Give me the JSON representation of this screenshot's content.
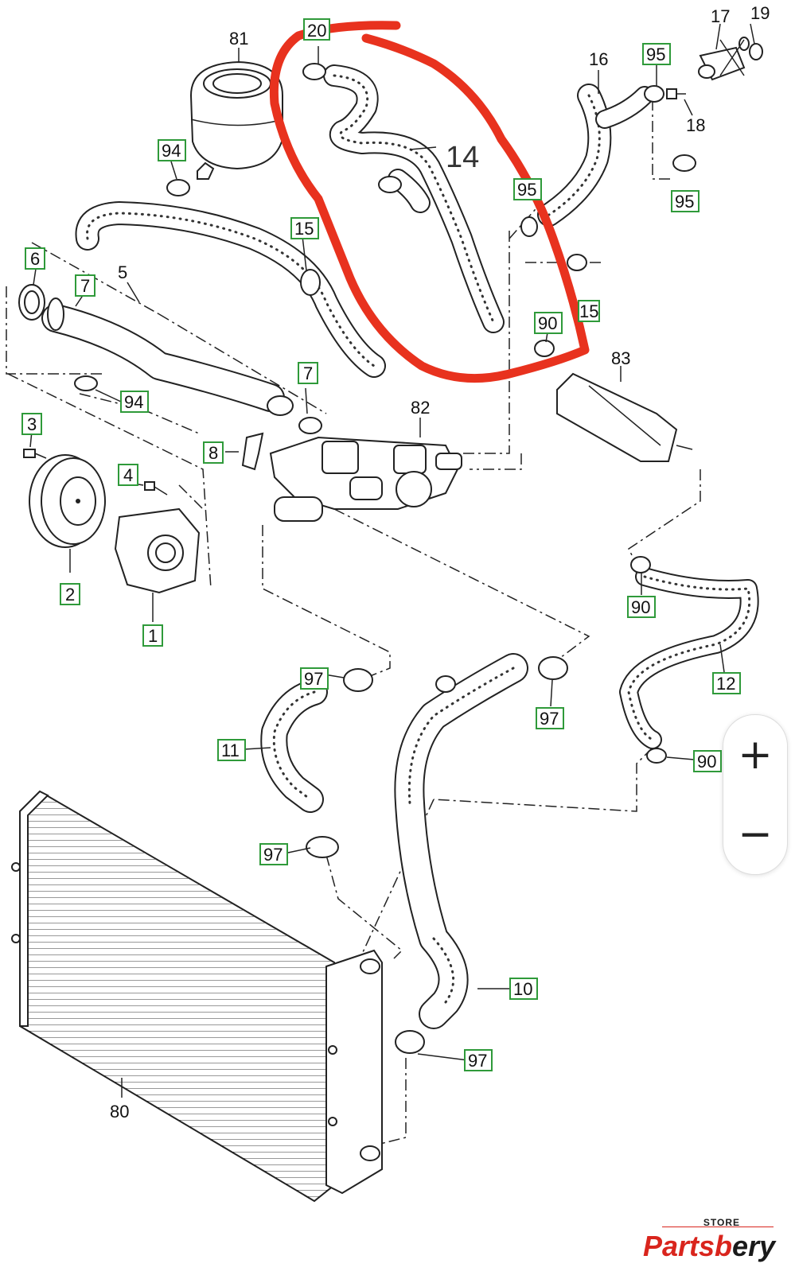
{
  "callouts": {
    "c81": "81",
    "c20": "20",
    "c14": "14",
    "c17": "17",
    "c19": "19",
    "c16": "16",
    "c95a": "95",
    "c18": "18",
    "c94a": "94",
    "c95b": "95",
    "c15a": "15",
    "c95c": "95",
    "c6": "6",
    "c7a": "7",
    "c5": "5",
    "c15b": "15",
    "c90a": "90",
    "c83": "83",
    "c94b": "94",
    "c7b": "7",
    "c82": "82",
    "c8": "8",
    "c3": "3",
    "c4": "4",
    "c2": "2",
    "c1": "1",
    "c90b": "90",
    "c12": "12",
    "c97a": "97",
    "c97b": "97",
    "c11": "11",
    "c90c": "90",
    "c97c": "97",
    "c10": "10",
    "c97d": "97",
    "c80": "80"
  },
  "zoom": {
    "in_label": "+",
    "out_label": "−"
  },
  "brand": {
    "store": "STORE",
    "name_red": "Partsb",
    "name_dark": "ery"
  },
  "colors": {
    "highlight": "#e8321e",
    "callout_box": "#2f9a3a",
    "brand_red": "#d9251d"
  }
}
